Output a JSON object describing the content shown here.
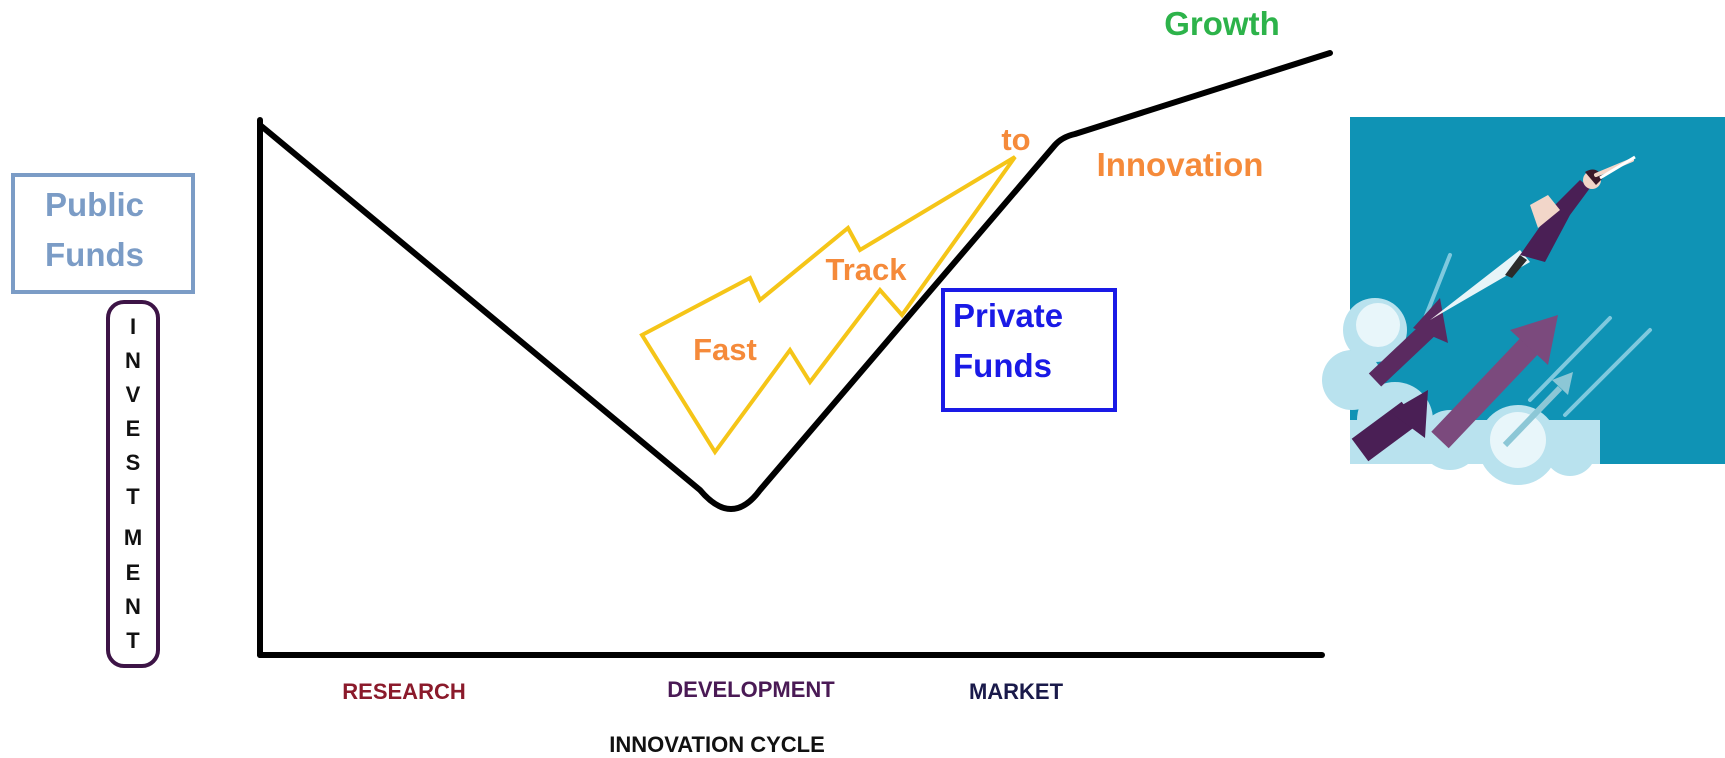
{
  "labels": {
    "growth": "Growth",
    "innovation": "Innovation",
    "to": "to",
    "track": "Track",
    "fast": "Fast",
    "public_funds": [
      "Public",
      "Funds"
    ],
    "private_funds": [
      "Private",
      "Funds"
    ],
    "investment_letters": [
      "I",
      "N",
      "V",
      "E",
      "S",
      "T",
      "M",
      "E",
      "N",
      "T"
    ],
    "stages": {
      "research": "RESEARCH",
      "development": "DEVELOPMENT",
      "market": "MARKET"
    },
    "x_axis_title": "INNOVATION CYCLE"
  },
  "illustration": {
    "name": "rocket-businesswoman-illustration",
    "description_icon": "flying-woman-with-arrows-icon"
  },
  "colors": {
    "growth": "#2db34a",
    "orange": "#f58a3a",
    "public_box": "#7b9cc6",
    "public_text": "#7b9cc6",
    "private": "#1a1ae6",
    "investment": "#3d1446",
    "research": "#8b1a2b",
    "development": "#4a1a55",
    "market": "#1a1a4a",
    "cycle_title": "#111111",
    "fast_track": "#f5c518",
    "curve": "#000000",
    "illustration_bg": "#0f93b5"
  }
}
